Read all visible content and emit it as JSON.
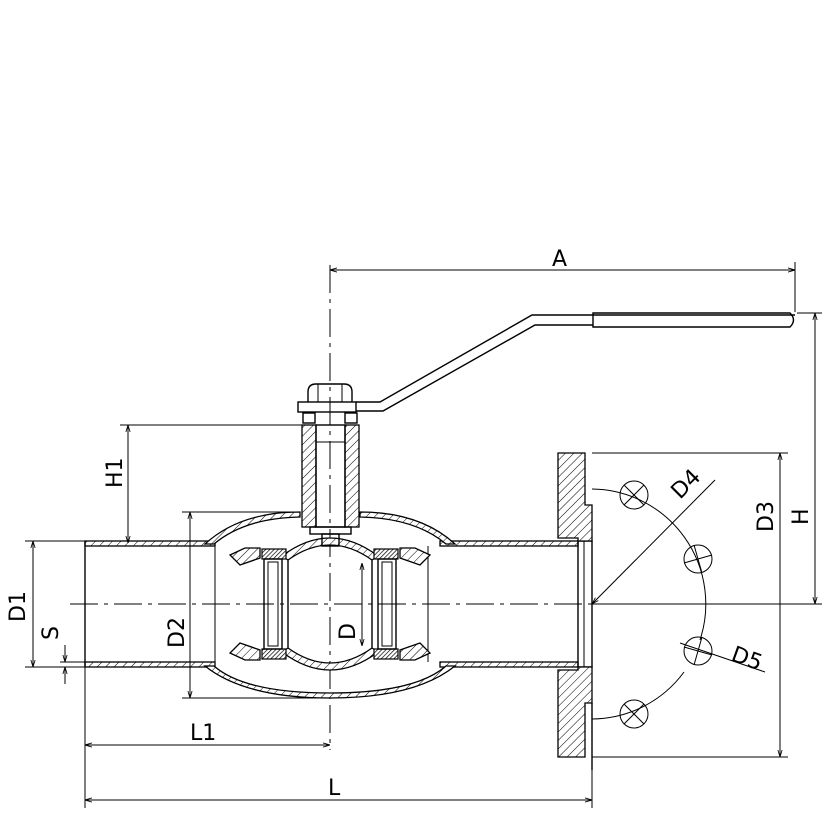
{
  "title": "Welded ball valve with flange - dimension drawing",
  "dimensions": {
    "A": "A",
    "H": "H",
    "H1": "H1",
    "D1": "D1",
    "S": "S",
    "D2": "D2",
    "D": "D",
    "L1": "L1",
    "L": "L",
    "D3": "D3",
    "D4": "D4",
    "D5": "D5"
  },
  "colors": {
    "line": "#000000",
    "background": "#ffffff"
  }
}
